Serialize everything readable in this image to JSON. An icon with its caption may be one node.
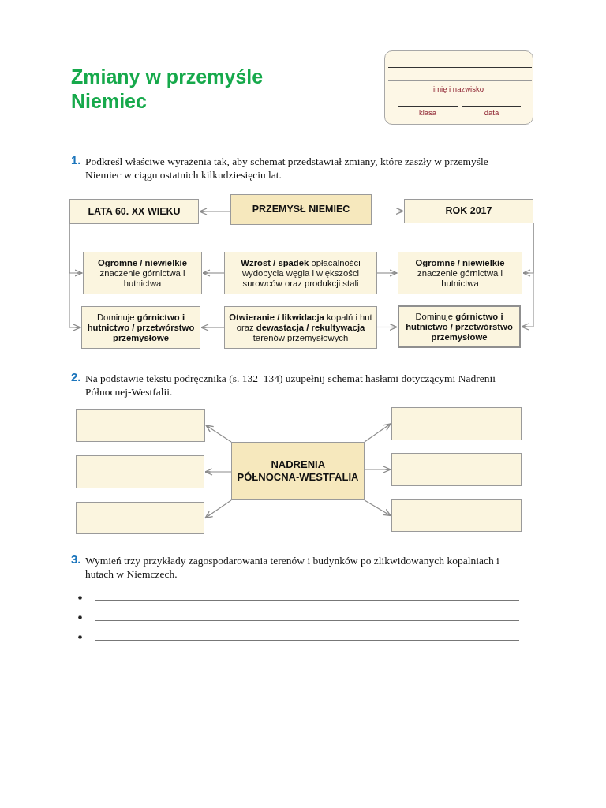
{
  "diagram": {
    "title": "Zmiany w przemyśle Niemiec",
    "nodes": [
      {
        "text": [
          "LATA 60. XX WIEKU"
        ]
      },
      {
        "text": [
          "PRZEMYSŁ NIEMIEC"
        ]
      },
      {
        "text": [
          "ROK 2017"
        ]
      },
      {
        "text": [
          "**Ogromne / niewielkie** znaczenie górnictwa i hutnictwa"
        ]
      },
      {
        "text": [
          "**Wzrost / spadek** opłacalności wydobycia węgla i większości surowców oraz produkcji stali"
        ]
      },
      {
        "text": [
          "**Ogromne / niewielkie** znaczenie górnictwa i hutnictwa"
        ]
      },
      {
        "text": [
          "Dominuje **górnictwo i hutnictwo / przetwórstwo przemysłowe**"
        ]
      },
      {
        "text": [
          "**Otwieranie / likwidacja** kopalń i hut oraz **dewastacja / rekultywacja** terenów przemysłowych"
        ]
      },
      {
        "text": [
          "Dominuje **górnictwo i hutnictwo / przetwórstwo przemysłowe**"
        ]
      },
      {
        "text": [
          "NADRENIA PÓŁNOCNA-WESTFALIA"
        ]
      },
      {
        "text": [],
        "shape": "box"
      },
      {
        "text": [],
        "shape": "box"
      },
      {
        "text": [],
        "shape": "box"
      },
      {
        "text": [],
        "shape": "box"
      },
      {
        "text": [],
        "shape": "box"
      },
      {
        "text": [],
        "shape": "box"
      }
    ],
    "edges": [
      {
        "from": 1,
        "to": 0,
        "arrow": "to"
      },
      {
        "from": 1,
        "to": 2,
        "arrow": "to"
      },
      {
        "from": 0,
        "to": 3,
        "arrow": "to"
      },
      {
        "from": 0,
        "to": 6,
        "arrow": "to"
      },
      {
        "from": 2,
        "to": 5,
        "arrow": "to"
      },
      {
        "from": 2,
        "to": 8,
        "arrow": "to"
      },
      {
        "from": 4,
        "to": 3,
        "arrow": "to"
      },
      {
        "from": 4,
        "to": 5,
        "arrow": "to"
      },
      {
        "from": 7,
        "to": 6,
        "arrow": "to"
      },
      {
        "from": 7,
        "to": 8,
        "arrow": "to"
      },
      {
        "from": 9,
        "to": 10,
        "arrow": "to"
      },
      {
        "from": 9,
        "to": 11,
        "arrow": "to"
      },
      {
        "from": 9,
        "to": 12,
        "arrow": "to"
      },
      {
        "from": 9,
        "to": 13,
        "arrow": "to"
      },
      {
        "from": 9,
        "to": 14,
        "arrow": "to"
      },
      {
        "from": 9,
        "to": 15,
        "arrow": "to"
      }
    ],
    "labels": [
      "imię i nazwisko",
      "klasa",
      "data",
      "1.",
      "Podkreśl właściwe wyrażenia tak, aby schemat przedstawiał zmiany, które zaszły w przemyśle Niemiec w ciągu ostatnich kilkudziesięciu lat.",
      "2.",
      "Na podstawie tekstu podręcznika (s. 132–134) uzupełnij schemat hasłami dotyczącymi Nadrenii Północnej-Westfalii.",
      "3.",
      "Wymień trzy przykłady zagospodarowania terenów i budynków po zlikwidowanych kopalniach i hutach w Niemczech."
    ]
  }
}
